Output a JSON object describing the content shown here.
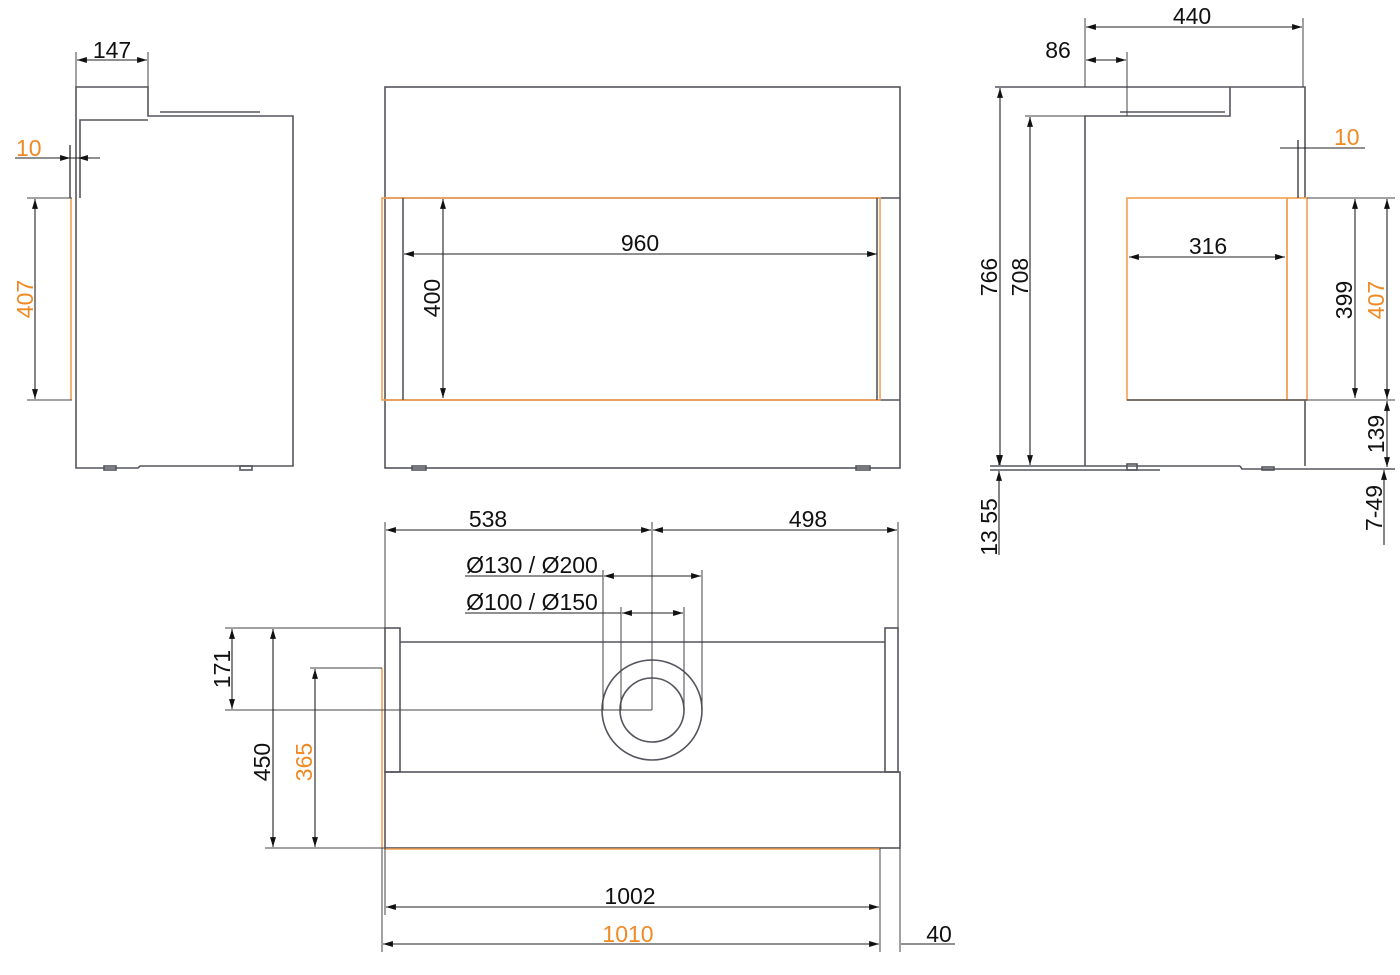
{
  "colors": {
    "outline": "#55555e",
    "highlight": "#f08a24",
    "dimension": "#222222"
  },
  "side_view": {
    "depth_top": "147",
    "offset": "10",
    "opening_height": "407"
  },
  "front_view": {
    "opening_width": "960",
    "opening_height": "400"
  },
  "right_view": {
    "total_depth": "440",
    "setback": "86",
    "offset": "10",
    "total_height": "766",
    "body_height": "708",
    "opening_depth": "316",
    "glass_height": "399",
    "opening_height": "407",
    "base_height": "139",
    "foot_left": "13 55",
    "foot_right": "7-49"
  },
  "plan_view": {
    "left_to_flue": "538",
    "flue_to_right": "498",
    "flue_outer": "Ø130 / Ø200",
    "flue_inner": "Ø100 / Ø150",
    "flue_depth": "171",
    "total_depth": "450",
    "inner_depth": "365",
    "inner_width": "1002",
    "outer_width": "1010",
    "frame": "40"
  }
}
